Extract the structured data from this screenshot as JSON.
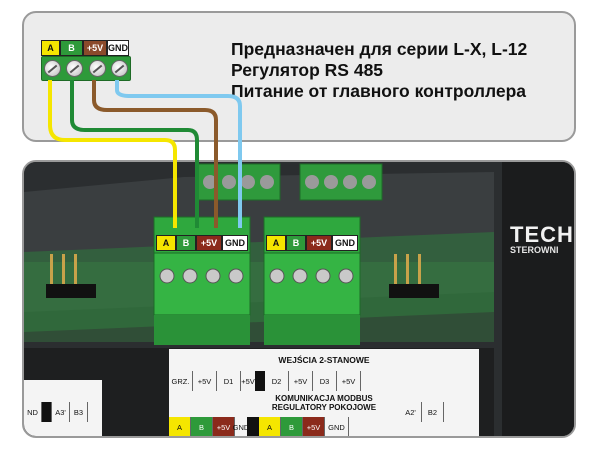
{
  "callout": {
    "line1": "Предназначен для серии L-X, L-12",
    "line2": "Регулятор RS 485",
    "line3": "Питание от главного контроллера"
  },
  "top_terminal": {
    "labels": [
      "A",
      "B",
      "+5V",
      "GND"
    ],
    "label_colors": [
      "#f5e600",
      "#2e9a3a",
      "#8b4a2b",
      "#ffffff"
    ]
  },
  "connector_left": {
    "labels": [
      "A",
      "B",
      "+5V",
      "GND"
    ]
  },
  "connector_right": {
    "labels": [
      "A",
      "B",
      "+5V",
      "GND"
    ]
  },
  "brand": {
    "name": "TECH",
    "sub": "STEROWNI"
  },
  "label_strip": {
    "title": "WEJŚCIA 2-STANOWE",
    "row1": [
      "GRZ.",
      "+5V",
      "D1",
      "+5V",
      "D2",
      "+5V",
      "D3",
      "+5V"
    ],
    "subtitle_line1": "KOMUNIKACJA MODBUS",
    "subtitle_line2": "REGULATORY POKOJOWE",
    "row2": [
      "A",
      "B",
      "+5V",
      "GND",
      "A",
      "B",
      "+5V",
      "GND"
    ]
  },
  "left_strip": {
    "labels": [
      "ND",
      "A3'",
      "B3"
    ]
  },
  "mid_strip": {
    "labels": [
      "A2'",
      "B2"
    ]
  },
  "wire_colors": {
    "a": "#f5e600",
    "b": "#1f8a35",
    "v5": "#8b5a2b",
    "gnd": "#7fc9ef"
  }
}
